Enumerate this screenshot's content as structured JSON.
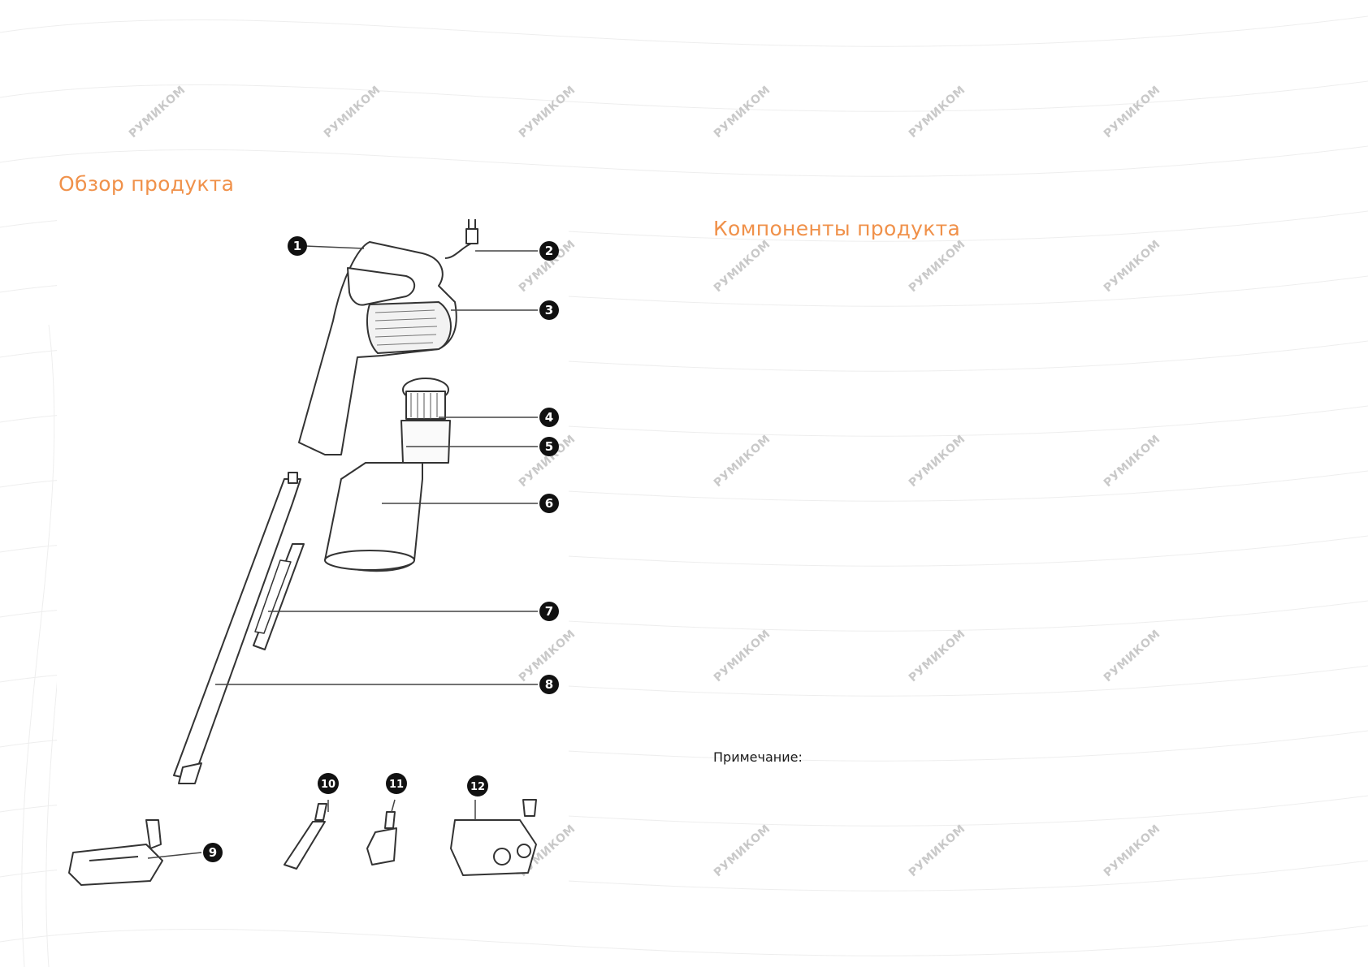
{
  "left_page": {
    "title": "Обзор продукта",
    "diagram_callouts": [
      "1",
      "2",
      "3",
      "4",
      "5",
      "6",
      "7",
      "8",
      "9",
      "10",
      "11",
      "12"
    ]
  },
  "right_page": {
    "title": "Компоненты продукта",
    "note_label": "Примечание:"
  },
  "watermark": "РУМИКОМ",
  "colors": {
    "accent": "#f0914a",
    "text": "#1a1a1a",
    "watermark": "#c9c9c9",
    "line": "#444444"
  }
}
